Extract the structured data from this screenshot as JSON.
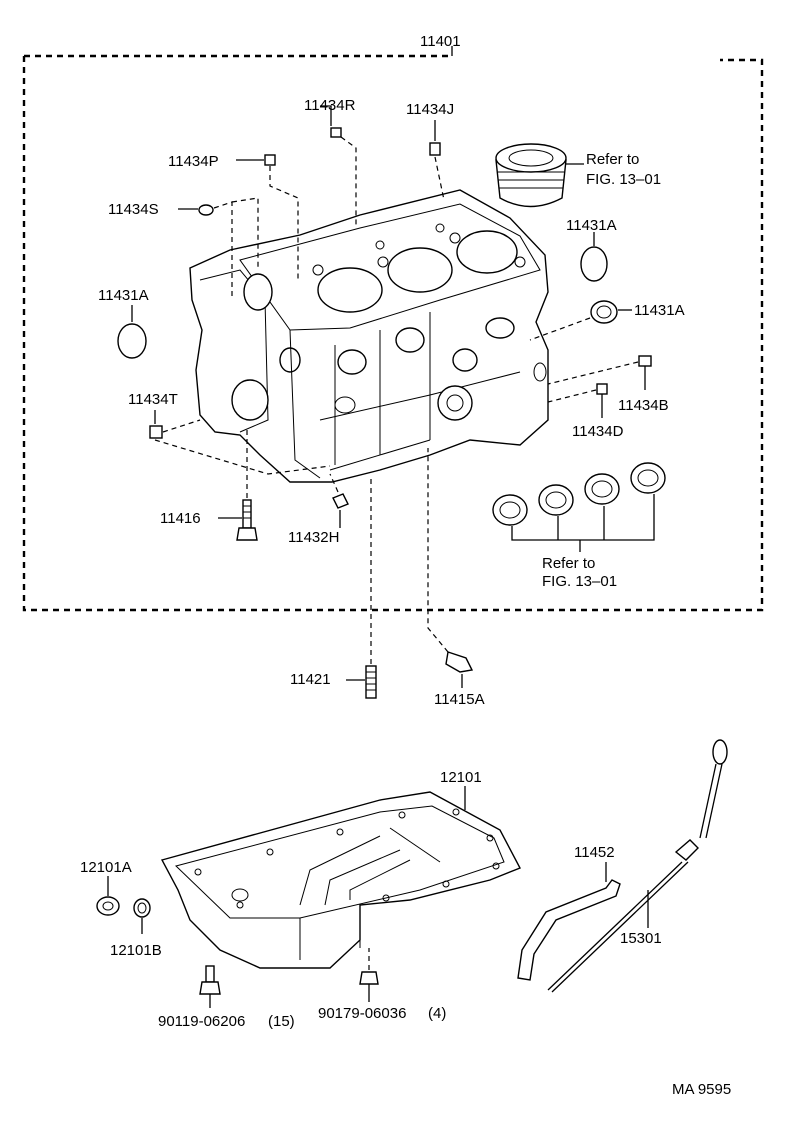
{
  "labels": {
    "assembly": "11401",
    "plug_r": "11434R",
    "plug_j": "11434J",
    "plug_p": "11434P",
    "plug_s": "11434S",
    "plug_t": "11434T",
    "plug_b": "11434B",
    "plug_d": "11434D",
    "seal_left": "11431A",
    "seal_right_top": "11431A",
    "seal_right": "11431A",
    "bolt": "11416",
    "plug_h": "11432H",
    "stud": "11421",
    "drain_plug": "11415A",
    "oil_pan": "12101",
    "pan_a": "12101A",
    "pan_b": "12101B",
    "guide": "11452",
    "dipstick": "15301",
    "bolt_pan": "90119-06206",
    "bolt_pan_qty": "(15)",
    "nut_pan": "90179-06036",
    "nut_pan_qty": "(4)",
    "refer_piston_1": "Refer to",
    "refer_piston_2": "FIG. 13–01",
    "refer_bearing_1": "Refer to",
    "refer_bearing_2": "FIG. 13–01",
    "code": "MA 9595"
  }
}
